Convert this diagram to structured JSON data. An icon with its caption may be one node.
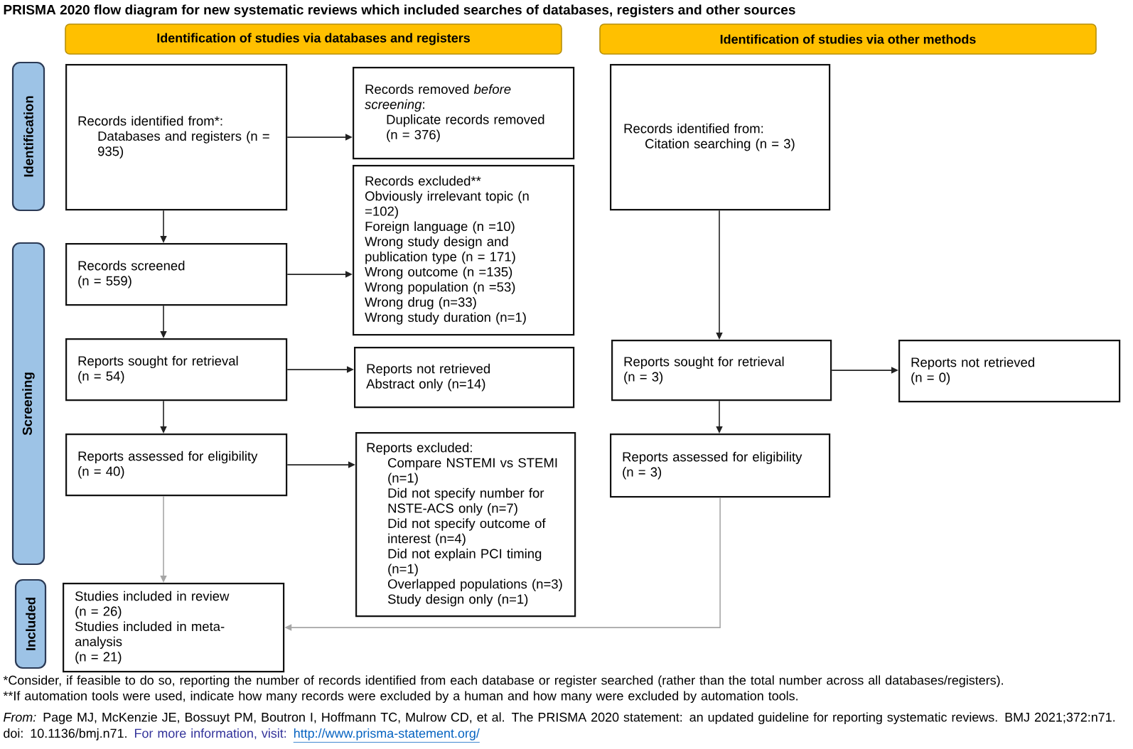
{
  "diagram": {
    "title": "PRISMA 2020 flow diagram for new systematic reviews which included searches of databases, registers and other sources",
    "nodes": [
      {
        "text": [
          "Identification of studies via databases and registers"
        ]
      },
      {
        "text": [
          "Identification of studies via other methods"
        ]
      },
      {
        "text": [
          "Identification"
        ]
      },
      {
        "text": [
          "Records identified from*:",
          "Databases and registers (n = 935)"
        ]
      },
      {
        "text": [
          "Records removed *before screening*:",
          "Duplicate records removed (n = 376)"
        ]
      },
      {
        "text": [
          "Records identified from:",
          "Citation searching (n = 3)"
        ]
      },
      {
        "text": [
          "Screening"
        ]
      },
      {
        "text": [
          "Records screened",
          "(n = 559)"
        ]
      },
      {
        "text": [
          "Records excluded**",
          "Obviously irrelevant topic (n =102)",
          "Foreign language (n =10)",
          "Wrong study design and publication type (n = 171)",
          "Wrong outcome (n =135)",
          "Wrong population (n =53)",
          "Wrong drug (n=33)",
          "Wrong study duration (n=1)"
        ]
      },
      {
        "text": [
          "Reports sought for retrieval",
          "(n = 54)"
        ]
      },
      {
        "text": [
          "Reports not retrieved",
          "Abstract only (n=14)"
        ]
      },
      {
        "text": [
          "Reports sought for retrieval",
          "(n = 3)"
        ]
      },
      {
        "text": [
          "Reports not retrieved",
          "(n = 0)"
        ]
      },
      {
        "text": [
          "Reports assessed for eligibility",
          "(n = 40)"
        ]
      },
      {
        "text": [
          "Reports excluded:",
          "Compare NSTEMI vs STEMI (n=1)",
          "Did not specify number for NSTE-ACS only (n=7)",
          "Did not specify outcome of interest (n=4)",
          "Did not explain PCI timing (n=1)",
          "Overlapped populations (n=3)",
          "Study design only (n=1)"
        ]
      },
      {
        "text": [
          "Reports assessed for eligibility",
          "(n = 3)"
        ]
      },
      {
        "text": [
          "Included"
        ]
      },
      {
        "text": [
          "Studies included in review",
          "(n = 26)",
          "Studies included in meta-analysis",
          "(n = 21)"
        ]
      }
    ],
    "edges": [
      {
        "from": 3,
        "to": 4,
        "arrow": "to"
      },
      {
        "from": 3,
        "to": 7,
        "arrow": "to"
      },
      {
        "from": 5,
        "to": 11,
        "arrow": "to"
      },
      {
        "from": 7,
        "to": 8,
        "arrow": "to"
      },
      {
        "from": 7,
        "to": 9,
        "arrow": "to"
      },
      {
        "from": 9,
        "to": 10,
        "arrow": "to"
      },
      {
        "from": 9,
        "to": 13,
        "arrow": "to"
      },
      {
        "from": 11,
        "to": 12,
        "arrow": "to"
      },
      {
        "from": 11,
        "to": 15,
        "arrow": "to"
      },
      {
        "from": 13,
        "to": 14,
        "arrow": "to"
      },
      {
        "from": 13,
        "to": 17,
        "arrow": "to",
        "color": "#a6a6a6"
      },
      {
        "from": 15,
        "to": 17,
        "arrow": "to",
        "color": "#a6a6a6"
      }
    ],
    "labels": [
      "*Consider, if feasible to do so, reporting the number of records identified from each database or register searched (rather than the total number across all databases/registers).",
      "**If automation tools were used, indicate how many records were excluded by a human and how many were excluded by automation tools.",
      "*From:* Page MJ, McKenzie JE, Bossuyt PM, Boutron I, Hoffmann TC, Mulrow CD, et al. The PRISMA 2020 statement: an updated guideline for reporting systematic reviews. BMJ 2021;372:n71. doi: 10.1136/bmj.n71.",
      "For more information, visit:",
      "http://www.prisma-statement.org/"
    ]
  }
}
